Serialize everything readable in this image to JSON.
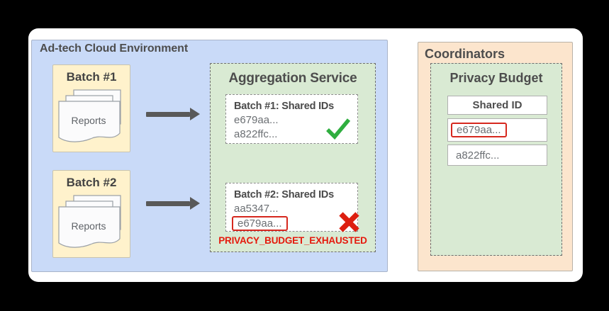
{
  "ad_tech": {
    "title": "Ad-tech Cloud Environment",
    "batch1": {
      "title": "Batch #1",
      "doc_label": "Reports"
    },
    "batch2": {
      "title": "Batch #2",
      "doc_label": "Reports"
    },
    "aggregation": {
      "title": "Aggregation Service",
      "result1": {
        "title": "Batch #1: Shared IDs",
        "id1": "e679aa...",
        "id2": "a822ffc...",
        "status": "success"
      },
      "result2": {
        "title": "Batch #2: Shared IDs",
        "id1": "aa5347...",
        "id2": "e679aa...",
        "status": "failure",
        "flagged_id": "e679aa..."
      },
      "error": "PRIVACY_BUDGET_EXHAUSTED"
    }
  },
  "coordinators": {
    "title": "Coordinators",
    "privacy_budget": {
      "title": "Privacy Budget",
      "table_header": "Shared ID",
      "row1": "e679aa...",
      "row2": "a822ffc...",
      "row1_flagged": true
    }
  },
  "icons": {
    "success_check": "✓",
    "failure_cross": "✖",
    "flow_arrow": "→",
    "reports_stack": "stacked-documents"
  },
  "colors": {
    "env_blue": "#c9daf8",
    "batch_yellow": "#fff2cc",
    "service_green": "#d9ead3",
    "coordinator_orange": "#fce5cd",
    "error_red": "#e51a0d",
    "flag_outline_red": "#d6281e",
    "success_green": "#2fae3f",
    "arrow_gray": "#595959"
  }
}
